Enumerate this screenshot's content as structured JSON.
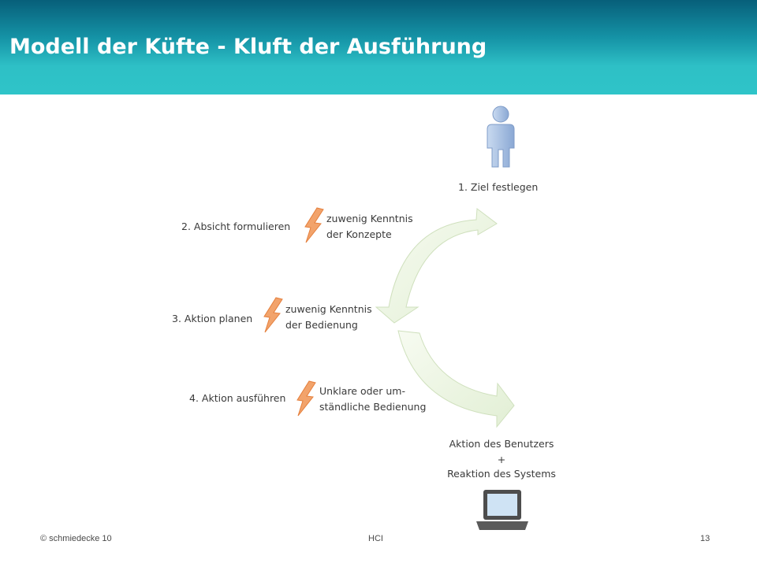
{
  "slide": {
    "title": "Modell der Küfte - Kluft der Ausführung"
  },
  "diagram": {
    "steps": {
      "goal": "1. Ziel festlegen",
      "intention": "2. Absicht formulieren",
      "plan": "3. Aktion planen",
      "execute": "4. Aktion ausführen"
    },
    "gaps": {
      "concepts": [
        "zuwenig Kenntnis",
        "der Konzepte"
      ],
      "operation": [
        "zuwenig Kenntnis",
        "der Bedienung"
      ],
      "usability": [
        "Unklare oder um-",
        "ständliche Bedienung"
      ]
    },
    "outcome": [
      "Aktion des Benutzers",
      "+",
      "Reaktion des Systems"
    ],
    "icons": {
      "user": "person-icon",
      "computer": "laptop-icon",
      "gap": "lightning-icon"
    },
    "colors": {
      "arrow_fill": "#eaf3df",
      "lightning": "#f2a36b",
      "person": "#9fb9dd"
    }
  },
  "footer": {
    "left": "© schmiedecke 10",
    "center": "HCI",
    "page": "13"
  }
}
